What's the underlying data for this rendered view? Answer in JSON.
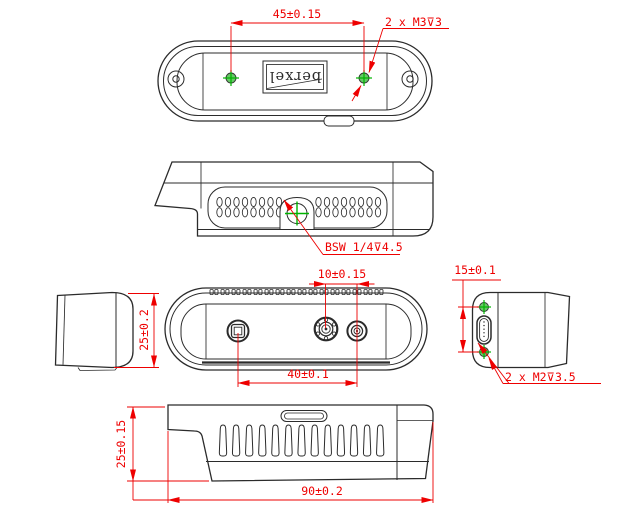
{
  "logo": {
    "text": "berxel"
  },
  "dims": {
    "hole_spacing_top": "45±0.15",
    "thread_top": "2 x M3⊽3",
    "tripod_thread": "BSW 1/4⊽4.5",
    "height_front": "25±0.2",
    "lens_spacing": "10±0.15",
    "emitter_to_lens": "40±0.1",
    "hole_spacing_rear": "15±0.1",
    "thread_rear": "2 x M2⊽3.5",
    "height_bottom": "25±0.15",
    "length": "90±0.2"
  },
  "colors": {
    "dimension_red": "#ee0000",
    "line_black": "#2b2b2b",
    "thread_green": "#00b400",
    "thread_fill": "#66c966"
  }
}
